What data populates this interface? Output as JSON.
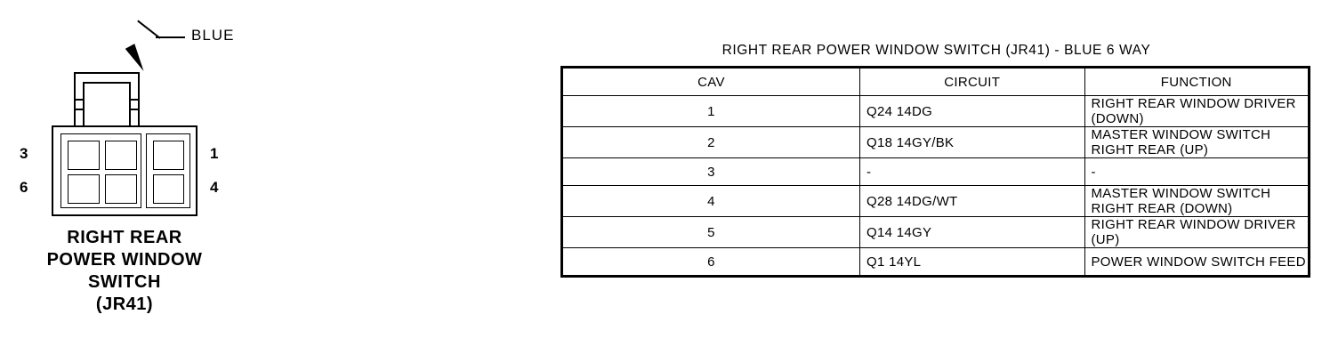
{
  "connector": {
    "callout_label": "BLUE",
    "caption_lines": [
      "RIGHT REAR",
      "POWER WINDOW",
      "SWITCH",
      "(JR41)"
    ],
    "pins": {
      "top_left": "3",
      "bottom_left": "6",
      "top_right": "1",
      "bottom_right": "4"
    }
  },
  "table": {
    "title": "RIGHT REAR POWER WINDOW SWITCH (JR41) - BLUE 6 WAY",
    "headers": {
      "cav": "CAV",
      "circuit": "CIRCUIT",
      "function": "FUNCTION"
    },
    "rows": [
      {
        "cav": "1",
        "circuit": "Q24 14DG",
        "function": "RIGHT REAR WINDOW DRIVER (DOWN)"
      },
      {
        "cav": "2",
        "circuit": "Q18 14GY/BK",
        "function": "MASTER WINDOW SWITCH RIGHT REAR (UP)"
      },
      {
        "cav": "3",
        "circuit": "-",
        "function": "-"
      },
      {
        "cav": "4",
        "circuit": "Q28 14DG/WT",
        "function": "MASTER WINDOW SWITCH RIGHT REAR (DOWN)"
      },
      {
        "cav": "5",
        "circuit": "Q14 14GY",
        "function": "RIGHT REAR WINDOW DRIVER (UP)"
      },
      {
        "cav": "6",
        "circuit": "Q1 14YL",
        "function": "POWER WINDOW SWITCH FEED"
      }
    ]
  },
  "colors": {
    "ink": "#000000",
    "background": "#ffffff"
  }
}
